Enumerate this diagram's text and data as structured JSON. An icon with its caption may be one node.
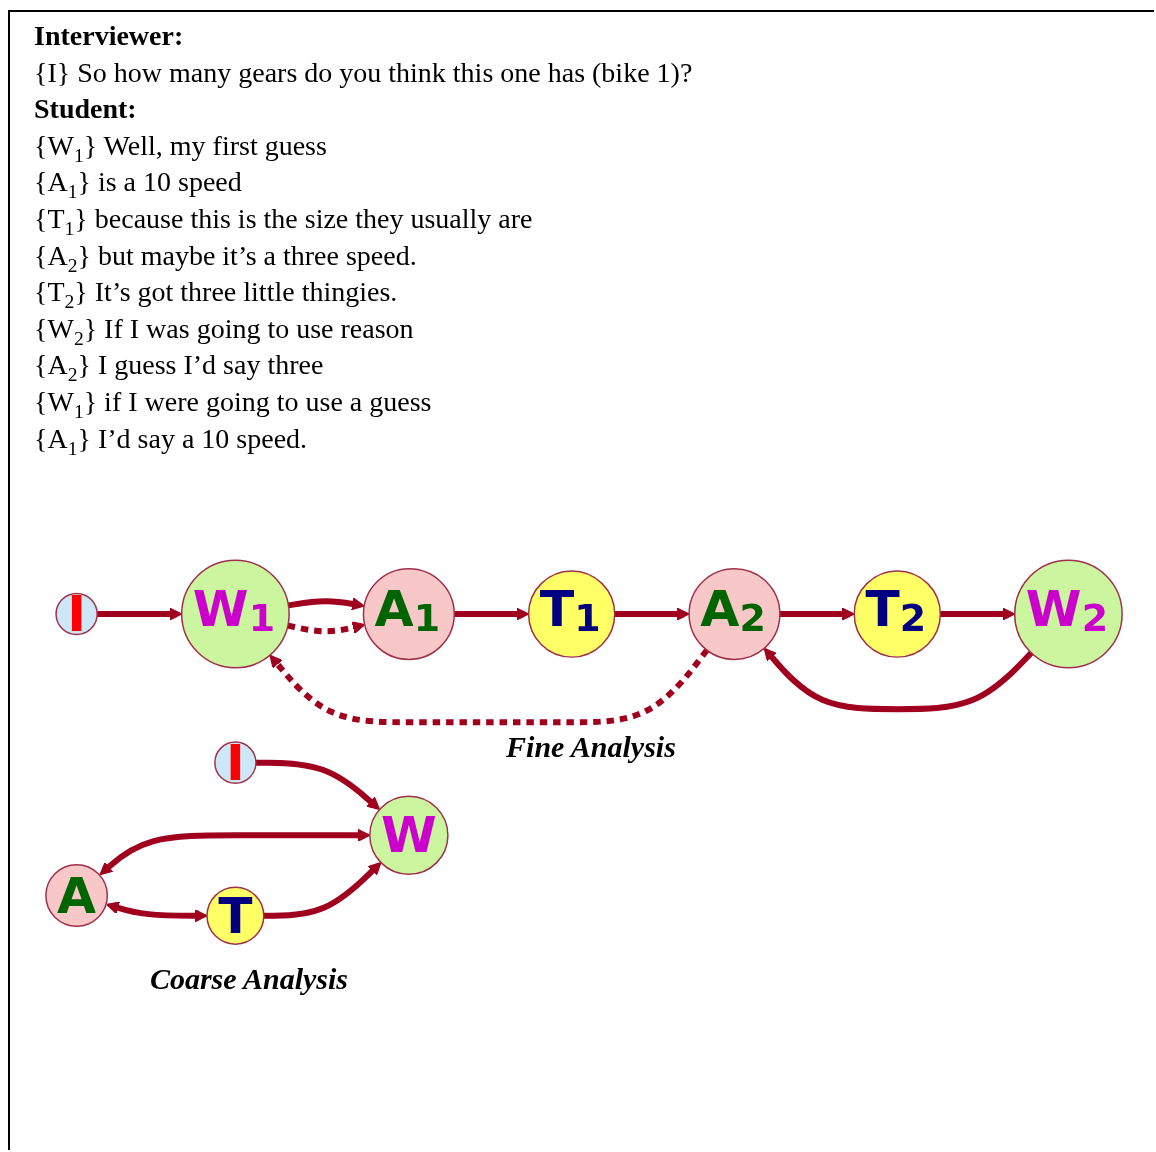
{
  "diagram": {
    "nodes": [
      {
        "text": [
          "I"
        ]
      },
      {
        "text": [
          "A$_{1}$"
        ]
      },
      {
        "text": [
          "T$_{1}$"
        ]
      },
      {
        "text": [
          "A$_{2}$"
        ]
      },
      {
        "text": [
          "T$_{2}$"
        ]
      },
      {
        "text": [
          "W$_{1}$"
        ]
      },
      {
        "text": [
          "W$_{2}$"
        ]
      },
      {
        "text": [
          "I"
        ]
      },
      {
        "text": [
          "A"
        ]
      },
      {
        "text": [
          "T"
        ]
      },
      {
        "text": [
          "W"
        ]
      }
    ],
    "edges": [
      {
        "from": 0,
        "to": 5,
        "arrow": "to"
      },
      {
        "from": 5,
        "to": 1,
        "arrow": "to"
      },
      {
        "from": 5,
        "to": 1,
        "arrow": "to",
        "style": "dashed"
      },
      {
        "from": 1,
        "to": 2,
        "arrow": "to"
      },
      {
        "from": 2,
        "to": 3,
        "arrow": "to"
      },
      {
        "from": 3,
        "to": 4,
        "arrow": "to"
      },
      {
        "from": 4,
        "to": 6,
        "arrow": "to"
      },
      {
        "from": 6,
        "to": 3,
        "arrow": "to"
      },
      {
        "from": 3,
        "to": 5,
        "arrow": "to",
        "style": "dashed"
      },
      {
        "from": 7,
        "to": 10,
        "arrow": "to"
      },
      {
        "from": 8,
        "to": 10,
        "arrow": "both"
      },
      {
        "from": 8,
        "to": 9,
        "arrow": "both"
      },
      {
        "from": 9,
        "to": 10,
        "arrow": "to"
      }
    ],
    "labels": [
      "Interviewer:",
      "{I} So how many gears do you think this one has (bike 1)?",
      "Student:",
      "{W$_{1}$} Well, my first guess",
      "{A$_{1}$} is a 10 speed",
      "{T$_{1}$} because this is the size they usually are",
      "{A$_{2}$} but maybe it’s a three speed.",
      "{T$_{2}$} It’s got three little thingies.",
      "{W$_{2}$} If I was going to use reason",
      "{A$_{2}$} I guess I’d say three",
      "{W$_{1}$} if I were going to use a guess",
      "{A$_{1}$} I’d say a 10 speed.",
      "Fine Analysis",
      "Coarse Analysis"
    ]
  }
}
